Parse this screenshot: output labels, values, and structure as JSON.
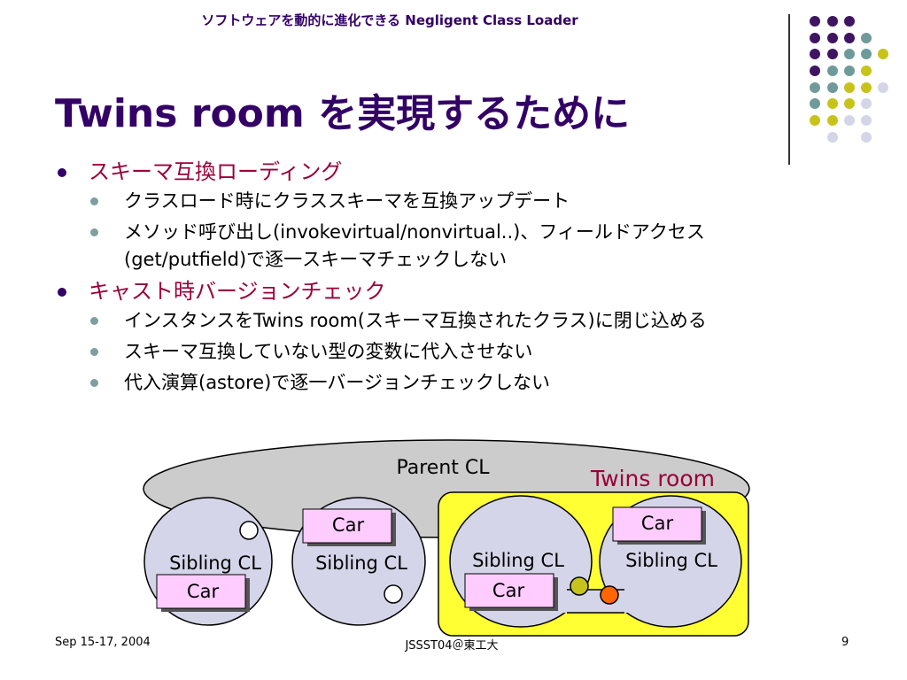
{
  "header": {
    "text": "ソフトウェアを動的に進化できる Negligent Class Loader"
  },
  "title": "Twins room を実現するために",
  "bullets": [
    {
      "text": "スキーマ互換ローディング",
      "sub": [
        "クラスロード時にクラススキーマを互換アップデート",
        "メソッド呼び出し(invokevirtual/nonvirtual..)、フィールドアクセス(get/putfield)で逐一スキーマチェックしない"
      ]
    },
    {
      "text": "キャスト時バージョンチェック",
      "sub": [
        "インスタンスをTwins room(スキーマ互換されたクラス)に閉じ込める",
        "スキーマ互換していない型の変数に代入させない",
        "代入演算(astore)で逐一バージョンチェックしない"
      ]
    }
  ],
  "diagram": {
    "parent_label": "Parent CL",
    "twins_label": "Twins room",
    "sibling_label": "Sibling CL",
    "car_label": "Car"
  },
  "footer": {
    "date": "Sep 15-17, 2004",
    "center": "JSSST04＠東工大",
    "page": "9"
  },
  "colors": {
    "purple": "#3f1562",
    "teal": "#6f9a9a",
    "yellow_green": "#c7c31a",
    "lavender": "#d5d5e9",
    "twins_red": "#99003a",
    "twins_bg": "#ffff33",
    "car_pink": "#ffccff"
  }
}
